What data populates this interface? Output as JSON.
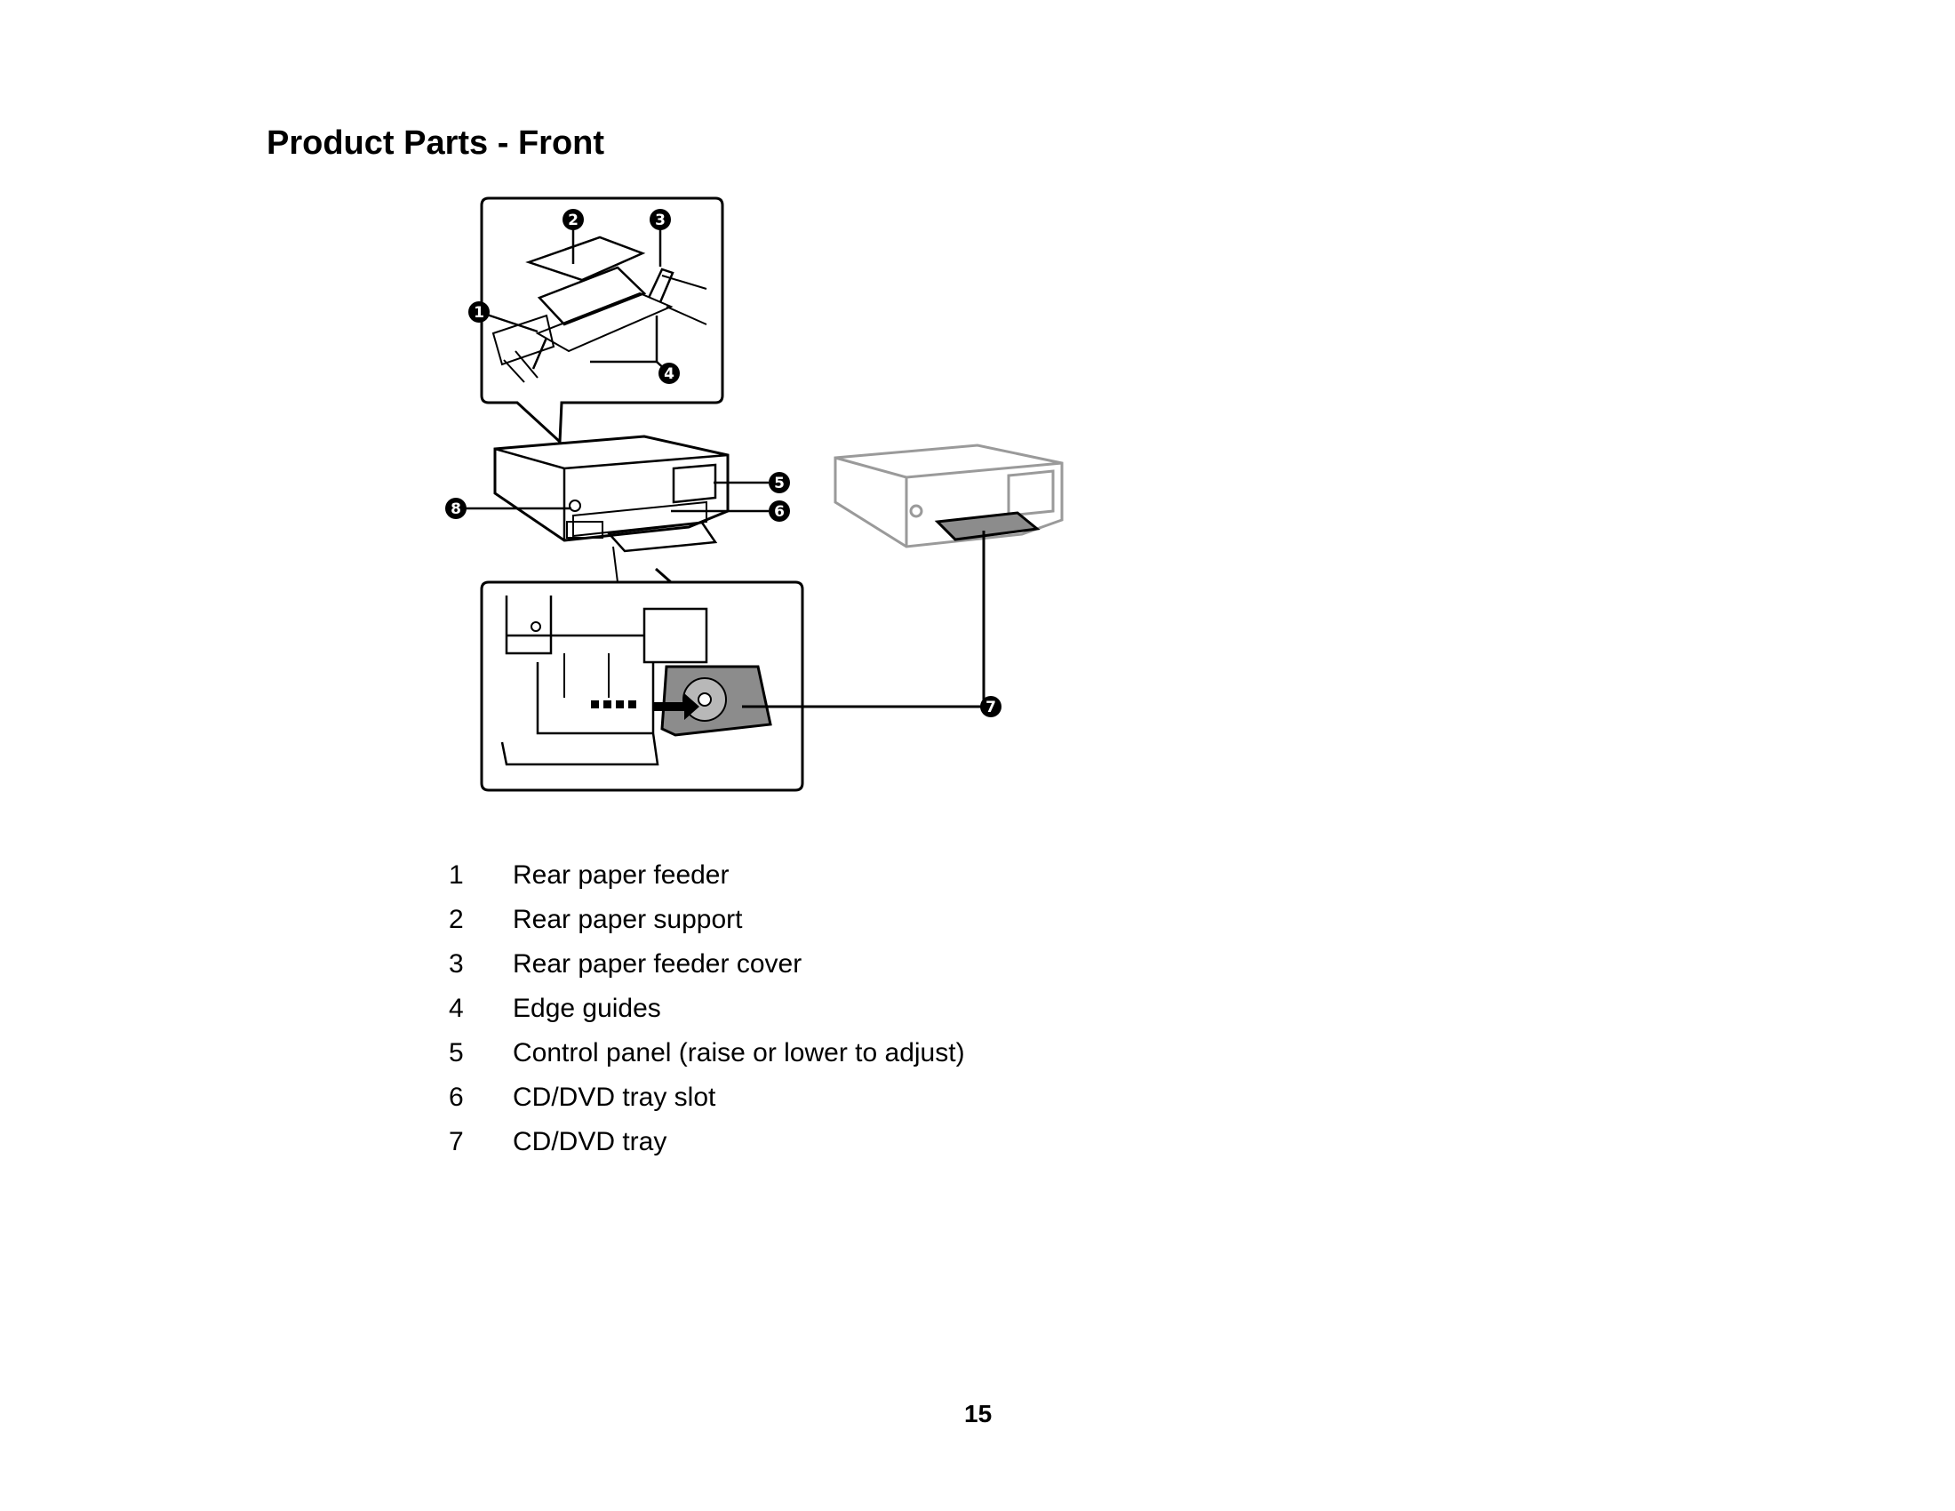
{
  "page": {
    "title": "Product Parts - Front",
    "page_number": "15"
  },
  "callouts": [
    "1",
    "2",
    "3",
    "4",
    "5",
    "6",
    "7",
    "8"
  ],
  "parts": [
    {
      "num": "1",
      "label": "Rear paper feeder"
    },
    {
      "num": "2",
      "label": "Rear paper support"
    },
    {
      "num": "3",
      "label": "Rear paper feeder cover"
    },
    {
      "num": "4",
      "label": "Edge guides"
    },
    {
      "num": "5",
      "label": "Control panel (raise or lower to adjust)"
    },
    {
      "num": "6",
      "label": "CD/DVD tray slot"
    },
    {
      "num": "7",
      "label": "CD/DVD tray"
    }
  ],
  "colors": {
    "ink": "#000000",
    "light_gray": "#9a9a9a",
    "tray_gray": "#8c8c8c"
  }
}
